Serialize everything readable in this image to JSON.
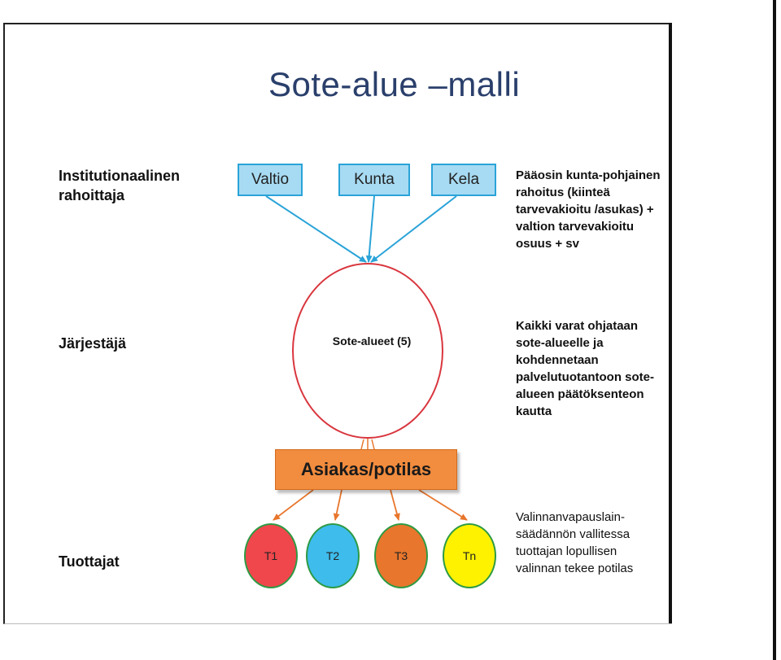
{
  "title": "Sote-alue –malli",
  "labels": {
    "funder": "Institutionaalinen\nrahoittaja",
    "organizer": "Järjestäjä",
    "producers": "Tuottajat"
  },
  "funders": [
    "Valtio",
    "Kunta",
    "Kela"
  ],
  "organizer_circle": "Sote-alueet (5)",
  "client": "Asiakas/potilas",
  "producers": [
    {
      "label": "T1",
      "color": "#f0474c"
    },
    {
      "label": "T2",
      "color": "#3ebcec"
    },
    {
      "label": "T3",
      "color": "#e8762c"
    },
    {
      "label": "Tn",
      "color": "#fff200"
    }
  ],
  "notes": {
    "funding": "Pääosin kunta-pohjainen rahoitus (kiinteä tarvevakioitu /asukas) + valtion tarvevakioitu osuus + sv",
    "organizer": "Kaikki varat ohjataan sote-alueelle ja kohdennetaan palvelutuotantoon sote-alueen päätöksenteon kautta",
    "producers": "Valinnanvapauslain-säädännön vallitessa tuottajan lopullisen valinnan tekee potilas"
  },
  "colors": {
    "title": "#2a3f6b",
    "funder_fill": "#a7dbf3",
    "funder_border": "#2aa3d8",
    "circle_border": "#d9363e",
    "client_fill": "#f28c3e",
    "producer_border": "#2e9a44"
  }
}
